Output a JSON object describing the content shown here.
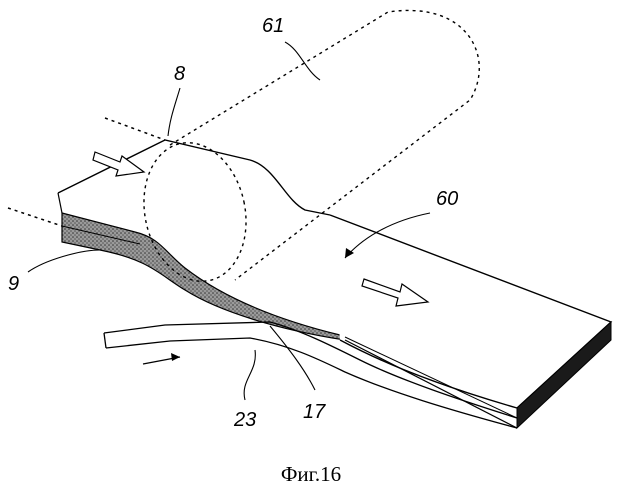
{
  "labels": {
    "roller": "61",
    "sheet_top": "8",
    "sheet_bottom": "9",
    "laminate": "60",
    "film": "23",
    "nip": "17"
  },
  "caption": "Фиг.16"
}
